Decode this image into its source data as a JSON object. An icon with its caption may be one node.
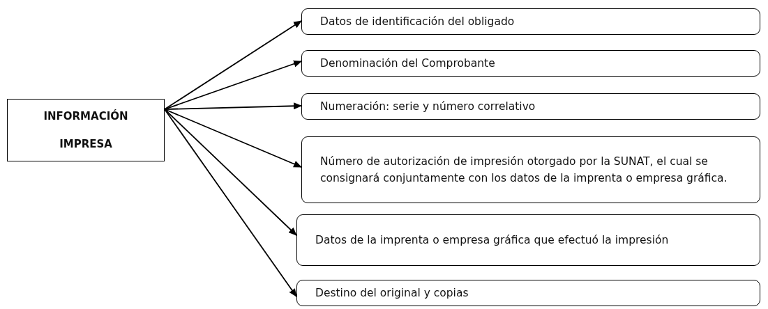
{
  "diagram": {
    "nodes": [
      {
        "text": [
          "INFORMACIÓN IMPRESA"
        ]
      },
      {
        "text": [
          "Datos de identificación del obligado"
        ]
      },
      {
        "text": [
          "Denominación del Comprobante"
        ]
      },
      {
        "text": [
          "Numeración: serie y número correlativo"
        ]
      },
      {
        "text": [
          "Número de autorización de impresión otorgado por la SUNAT, el cual se consignará conjuntamente con los datos de la imprenta o empresa gráfica."
        ]
      },
      {
        "text": [
          "Datos de la imprenta o empresa gráfica que efectuó la impresión"
        ]
      },
      {
        "text": [
          "Destino del original y copias"
        ]
      }
    ],
    "edges": [
      {
        "from": 0,
        "to": 1,
        "arrow": "to"
      },
      {
        "from": 0,
        "to": 2,
        "arrow": "to"
      },
      {
        "from": 0,
        "to": 3,
        "arrow": "to"
      },
      {
        "from": 0,
        "to": 4,
        "arrow": "to"
      },
      {
        "from": 0,
        "to": 5,
        "arrow": "to"
      },
      {
        "from": 0,
        "to": 6,
        "arrow": "to"
      }
    ]
  }
}
